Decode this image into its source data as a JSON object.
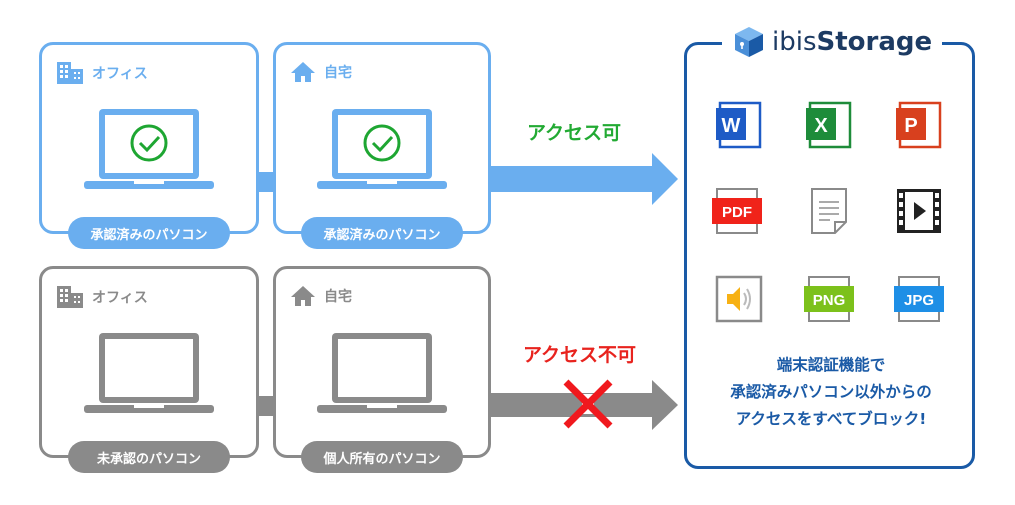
{
  "approved_row": {
    "cards": [
      {
        "location": "オフィス",
        "location_icon": "building-icon",
        "badge": "承認済みのパソコン",
        "status_icon": "check-circle-icon"
      },
      {
        "location": "自宅",
        "location_icon": "house-icon",
        "badge": "承認済みのパソコン",
        "status_icon": "check-circle-icon"
      }
    ],
    "arrow_label": "アクセス可"
  },
  "unapproved_row": {
    "cards": [
      {
        "location": "オフィス",
        "location_icon": "building-icon",
        "badge": "未承認のパソコン"
      },
      {
        "location": "自宅",
        "location_icon": "house-icon",
        "badge": "個人所有のパソコン"
      }
    ],
    "arrow_label": "アクセス不可",
    "block_icon": "x-mark-icon"
  },
  "storage": {
    "brand_prefix": "ibis",
    "brand_suffix": "Storage",
    "file_icons": [
      {
        "type": "word",
        "label": "W",
        "color": "#1e5bc6"
      },
      {
        "type": "excel",
        "label": "X",
        "color": "#1e8c3a"
      },
      {
        "type": "powerpoint",
        "label": "P",
        "color": "#d8401e"
      },
      {
        "type": "pdf",
        "label": "PDF",
        "color": "#f0231a"
      },
      {
        "type": "document",
        "label": ""
      },
      {
        "type": "video",
        "label": ""
      },
      {
        "type": "audio",
        "label": "",
        "color": "#f7b114"
      },
      {
        "type": "png",
        "label": "PNG",
        "color": "#7cc11b"
      },
      {
        "type": "jpg",
        "label": "JPG",
        "color": "#1e8fe6"
      }
    ],
    "message_lines": [
      "端末認証機能で",
      "承認済みパソコン以外からの",
      "アクセスをすべてブロック!"
    ]
  },
  "colors": {
    "approved": "#6aaeef",
    "unapproved": "#8a8a8a",
    "access_ok": "#22aa33",
    "access_ng": "#e8231e",
    "storage_border": "#1a5aa6"
  }
}
